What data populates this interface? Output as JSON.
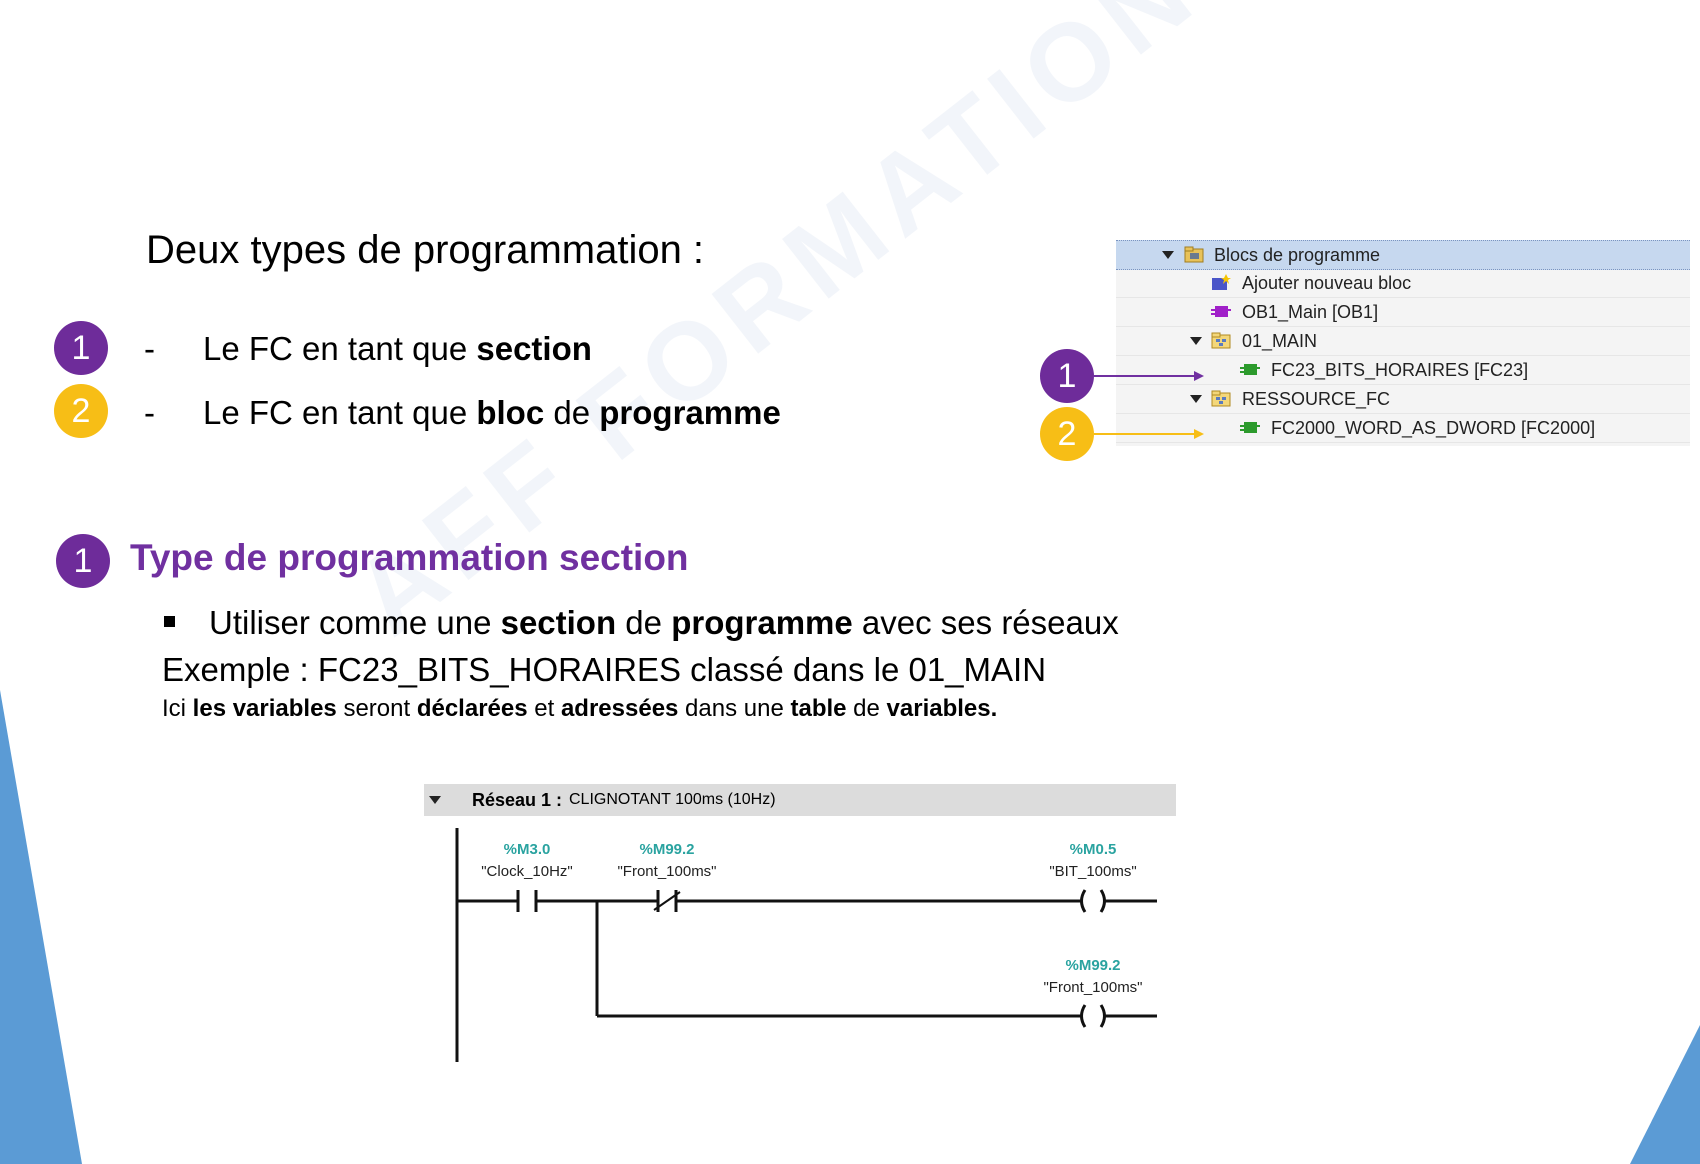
{
  "watermark": "AFF FORMATION",
  "title": "Deux types de programmation :",
  "bullets": [
    {
      "num": "1",
      "dash": "-",
      "pre": "Le FC en tant que ",
      "b1": "section",
      "mid": "",
      "b2": ""
    },
    {
      "num": "2",
      "dash": "-",
      "pre": "Le FC en tant que ",
      "b1": "bloc",
      "mid": " de ",
      "b2": "programme"
    }
  ],
  "section": {
    "num": "1",
    "heading": "Type de programmation section",
    "line1": {
      "a": "Utiliser comme une ",
      "b": "section",
      "c": " de ",
      "d": "programme",
      "e": " avec ses réseaux"
    },
    "line2": "Exemple : FC23_BITS_HORAIRES classé dans le 01_MAIN",
    "line3": {
      "a": "Ici ",
      "b": "les variables",
      "c": " seront ",
      "d": "déclarées",
      "e": " et ",
      "f": "adressées",
      "g": " dans une ",
      "h": "table",
      "i": " de ",
      "j": "variables."
    }
  },
  "tree": {
    "items": [
      {
        "label": "Blocs de programme",
        "icon": "folder-blocks-icon"
      },
      {
        "label": "Ajouter nouveau bloc",
        "icon": "add-block-icon"
      },
      {
        "label": "OB1_Main [OB1]",
        "icon": "ob-block-icon"
      },
      {
        "label": "01_MAIN",
        "icon": "group-folder-icon"
      },
      {
        "label": "FC23_BITS_HORAIRES [FC23]",
        "icon": "fc-block-icon"
      },
      {
        "label": "RESSOURCE_FC",
        "icon": "group-folder-icon"
      },
      {
        "label": "FC2000_WORD_AS_DWORD [FC2000]",
        "icon": "fc-block-icon"
      }
    ],
    "markers": [
      "1",
      "2"
    ]
  },
  "network": {
    "label": "Réseau 1 :",
    "comment": "CLIGNOTANT 100ms (10Hz)",
    "contacts": [
      {
        "addr": "%M3.0",
        "sym": "\"Clock_10Hz\"",
        "type": "NO"
      },
      {
        "addr": "%M99.2",
        "sym": "\"Front_100ms\"",
        "type": "NC"
      }
    ],
    "coils": [
      {
        "addr": "%M0.5",
        "sym": "\"BIT_100ms\""
      },
      {
        "addr": "%M99.2",
        "sym": "\"Front_100ms\""
      }
    ]
  },
  "colors": {
    "purple": "#6e2c9a",
    "yellow": "#f7be16",
    "heading": "#7030a0",
    "address": "#2aa3a0"
  }
}
